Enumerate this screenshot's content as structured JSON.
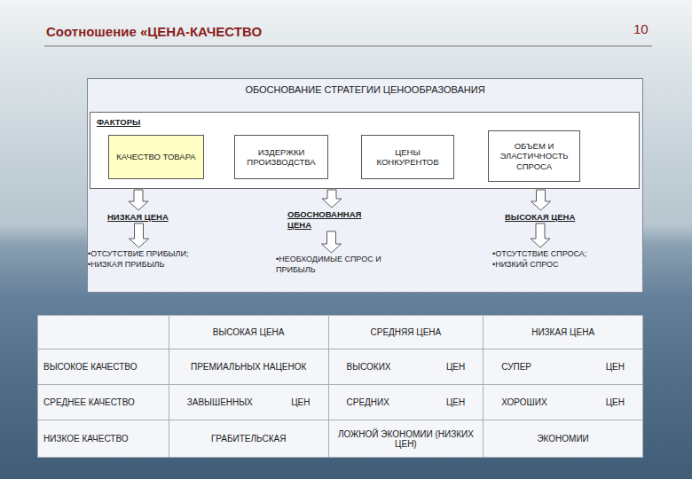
{
  "diagram": {
    "title": "Соотношение «ЦЕНА-КАЧЕСТВО",
    "nodes": [
      {
        "text": [
          "ОБОСНОВАНИЕ СТРАТЕГИИ ЦЕНООБРАЗОВАНИЯ"
        ]
      },
      {
        "text": [
          "ФАКТОРЫ"
        ],
        "in": 0
      },
      {
        "text": [
          "КАЧЕСТВО ТОВАРА"
        ],
        "in": 1
      },
      {
        "text": [
          "ИЗДЕРЖКИ ПРОИЗВОДСТВА"
        ],
        "in": 1
      },
      {
        "text": [
          "ЦЕНЫ КОНКУРЕНТОВ"
        ],
        "in": 1
      },
      {
        "text": [
          "ОБЪЕМ И ЭЛАСТИЧНОСТЬ СПРОСА"
        ],
        "in": 1
      },
      {
        "text": [
          "НИЗКАЯ ЦЕНА"
        ],
        "in": 0
      },
      {
        "text": [
          "ОБОСНОВАННАЯ ЦЕНА"
        ],
        "in": 0
      },
      {
        "text": [
          "ВЫСОКАЯ ЦЕНА"
        ],
        "in": 0
      },
      {
        "text": [
          "•ОТСУТСТВИЕ ПРИБЫЛИ;",
          "•НИЗКАЯ ПРИБЫЛЬ"
        ],
        "in": 0
      },
      {
        "text": [
          "•НЕОБХОДИМЫЕ СПРОС И ПРИБЫЛЬ"
        ],
        "in": 0
      },
      {
        "text": [
          "•ОТСУТСТВИЕ СПРОСА;",
          "•НИЗКИЙ СПРОС"
        ],
        "in": 0
      }
    ],
    "edges": [
      {
        "from": 1,
        "to": 6,
        "arrow": "to"
      },
      {
        "from": 1,
        "to": 7,
        "arrow": "to"
      },
      {
        "from": 1,
        "to": 8,
        "arrow": "to"
      },
      {
        "from": 6,
        "to": 9,
        "arrow": "to"
      },
      {
        "from": 7,
        "to": 10,
        "arrow": "to"
      },
      {
        "from": 8,
        "to": 11,
        "arrow": "to"
      }
    ],
    "labels": [
      "10",
      "ВЫСОКАЯ ЦЕНА",
      "СРЕДНЯЯ ЦЕНА",
      "НИЗКАЯ ЦЕНА",
      "ВЫСОКОЕ КАЧЕСТВО",
      "ПРЕМИАЛЬНЫХ НАЦЕНОК",
      "ВЫСОКИХ ЦЕН",
      "СУПЕР ЦЕН",
      "СРЕДНЕЕ КАЧЕСТВО",
      "ЗАВЫШЕННЫХ ЦЕН",
      "СРЕДНИХ ЦЕН",
      "ХОРОШИХ ЦЕН",
      "НИЗКОЕ КАЧЕСТВО",
      "ГРАБИТЕЛЬСКАЯ",
      "ЛОЖНОЙ ЭКОНОМИИ (НИЗКИХ ЦЕН)",
      "ЭКОНОМИИ"
    ]
  }
}
